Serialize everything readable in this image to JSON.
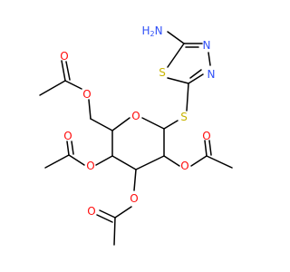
{
  "molecule": {
    "colors": {
      "bond": "#000000",
      "oxygen": "#ff0d0d",
      "sulfur": "#c8b400",
      "nitrogen": "#3050f8",
      "background": "#ffffff"
    },
    "labels": {
      "amine": "H2N",
      "amine_H": "H",
      "amine_N": "N",
      "amine_sub": "2",
      "thiadiazole_S": "S",
      "thiadiazole_N1": "N",
      "thiadiazole_N2": "N",
      "thioether_S": "S",
      "ring_O": "O",
      "ester_O_1": "O",
      "ester_O_2": "O",
      "ester_O_3": "O",
      "ester_O_4": "O",
      "carbonyl_O_1": "O",
      "carbonyl_O_2": "O",
      "carbonyl_O_3": "O",
      "carbonyl_O_4": "O"
    }
  }
}
